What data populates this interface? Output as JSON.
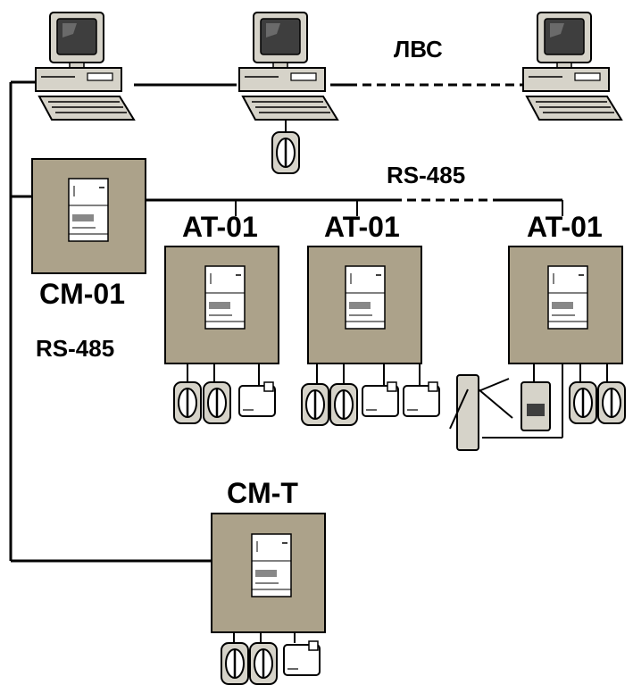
{
  "labels": {
    "lan": "ЛВС",
    "rs485_top": "RS-485",
    "rs485_side": "RS-485",
    "cm01": "CM-01",
    "cmt": "CM-T",
    "at01_a": "AT-01",
    "at01_b": "AT-01",
    "at01_c": "AT-01"
  },
  "colors": {
    "panel": "#aca28a",
    "monitor_body": "#d6d3c9",
    "screen": "#3e3e3e",
    "line": "#000000"
  },
  "icons": {
    "computer": "computer-icon",
    "reader": "card-reader-icon",
    "button": "exit-button-icon",
    "turnstile": "turnstile-icon",
    "keypad": "keypad-icon"
  }
}
